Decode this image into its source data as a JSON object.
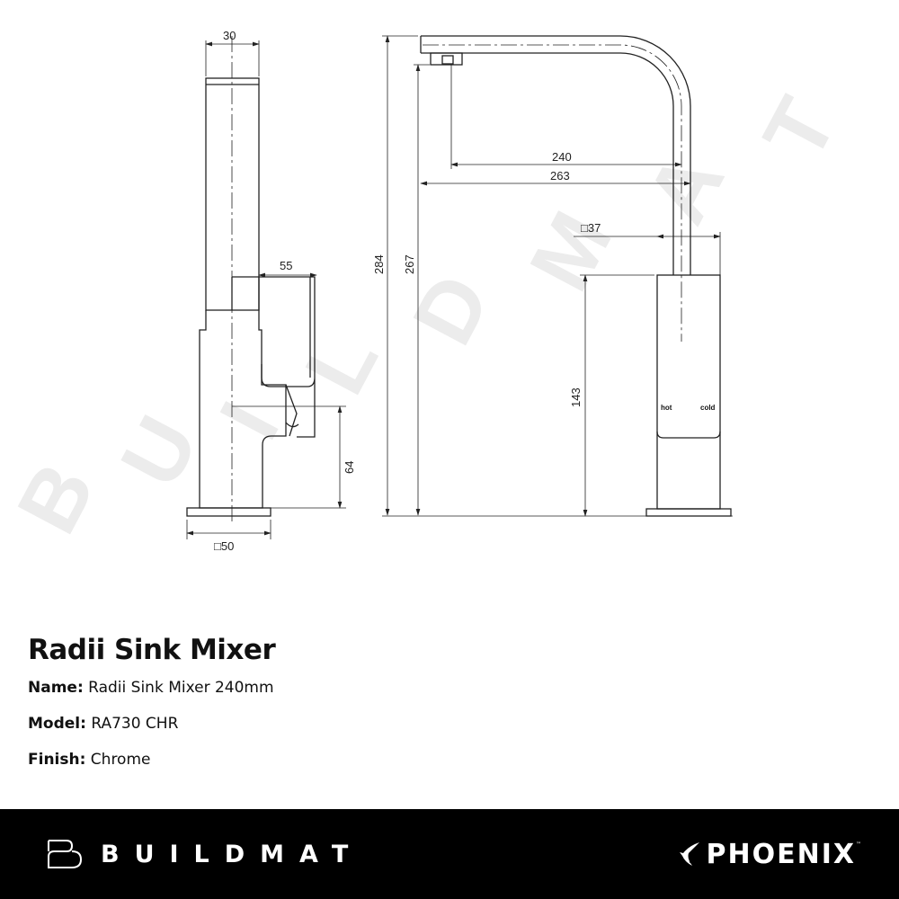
{
  "drawing": {
    "watermark": [
      "B",
      "U",
      "I",
      "L",
      "D",
      "M",
      "A",
      "T"
    ],
    "side_view": {
      "dim_top_width": "30",
      "dim_handle_depth": "55",
      "dim_handle_height": "64",
      "dim_base": "□50"
    },
    "front_view": {
      "dim_overall_height": "284",
      "dim_outlet_height": "267",
      "dim_spout_reach": "240",
      "dim_overall_reach": "263",
      "dim_body": "□37",
      "dim_body_height": "143",
      "label_hot": "hot",
      "label_cold": "cold"
    }
  },
  "product": {
    "title": "Radii Sink Mixer",
    "fields": [
      {
        "label": "Name:",
        "value": "Radii Sink Mixer 240mm"
      },
      {
        "label": "Model:",
        "value": "RA730 CHR"
      },
      {
        "label": "Finish:",
        "value": "Chrome"
      }
    ]
  },
  "footer": {
    "left_brand": "BUILDMAT",
    "right_brand": "PHOENIX",
    "trademark": "™",
    "background": "#000000"
  }
}
